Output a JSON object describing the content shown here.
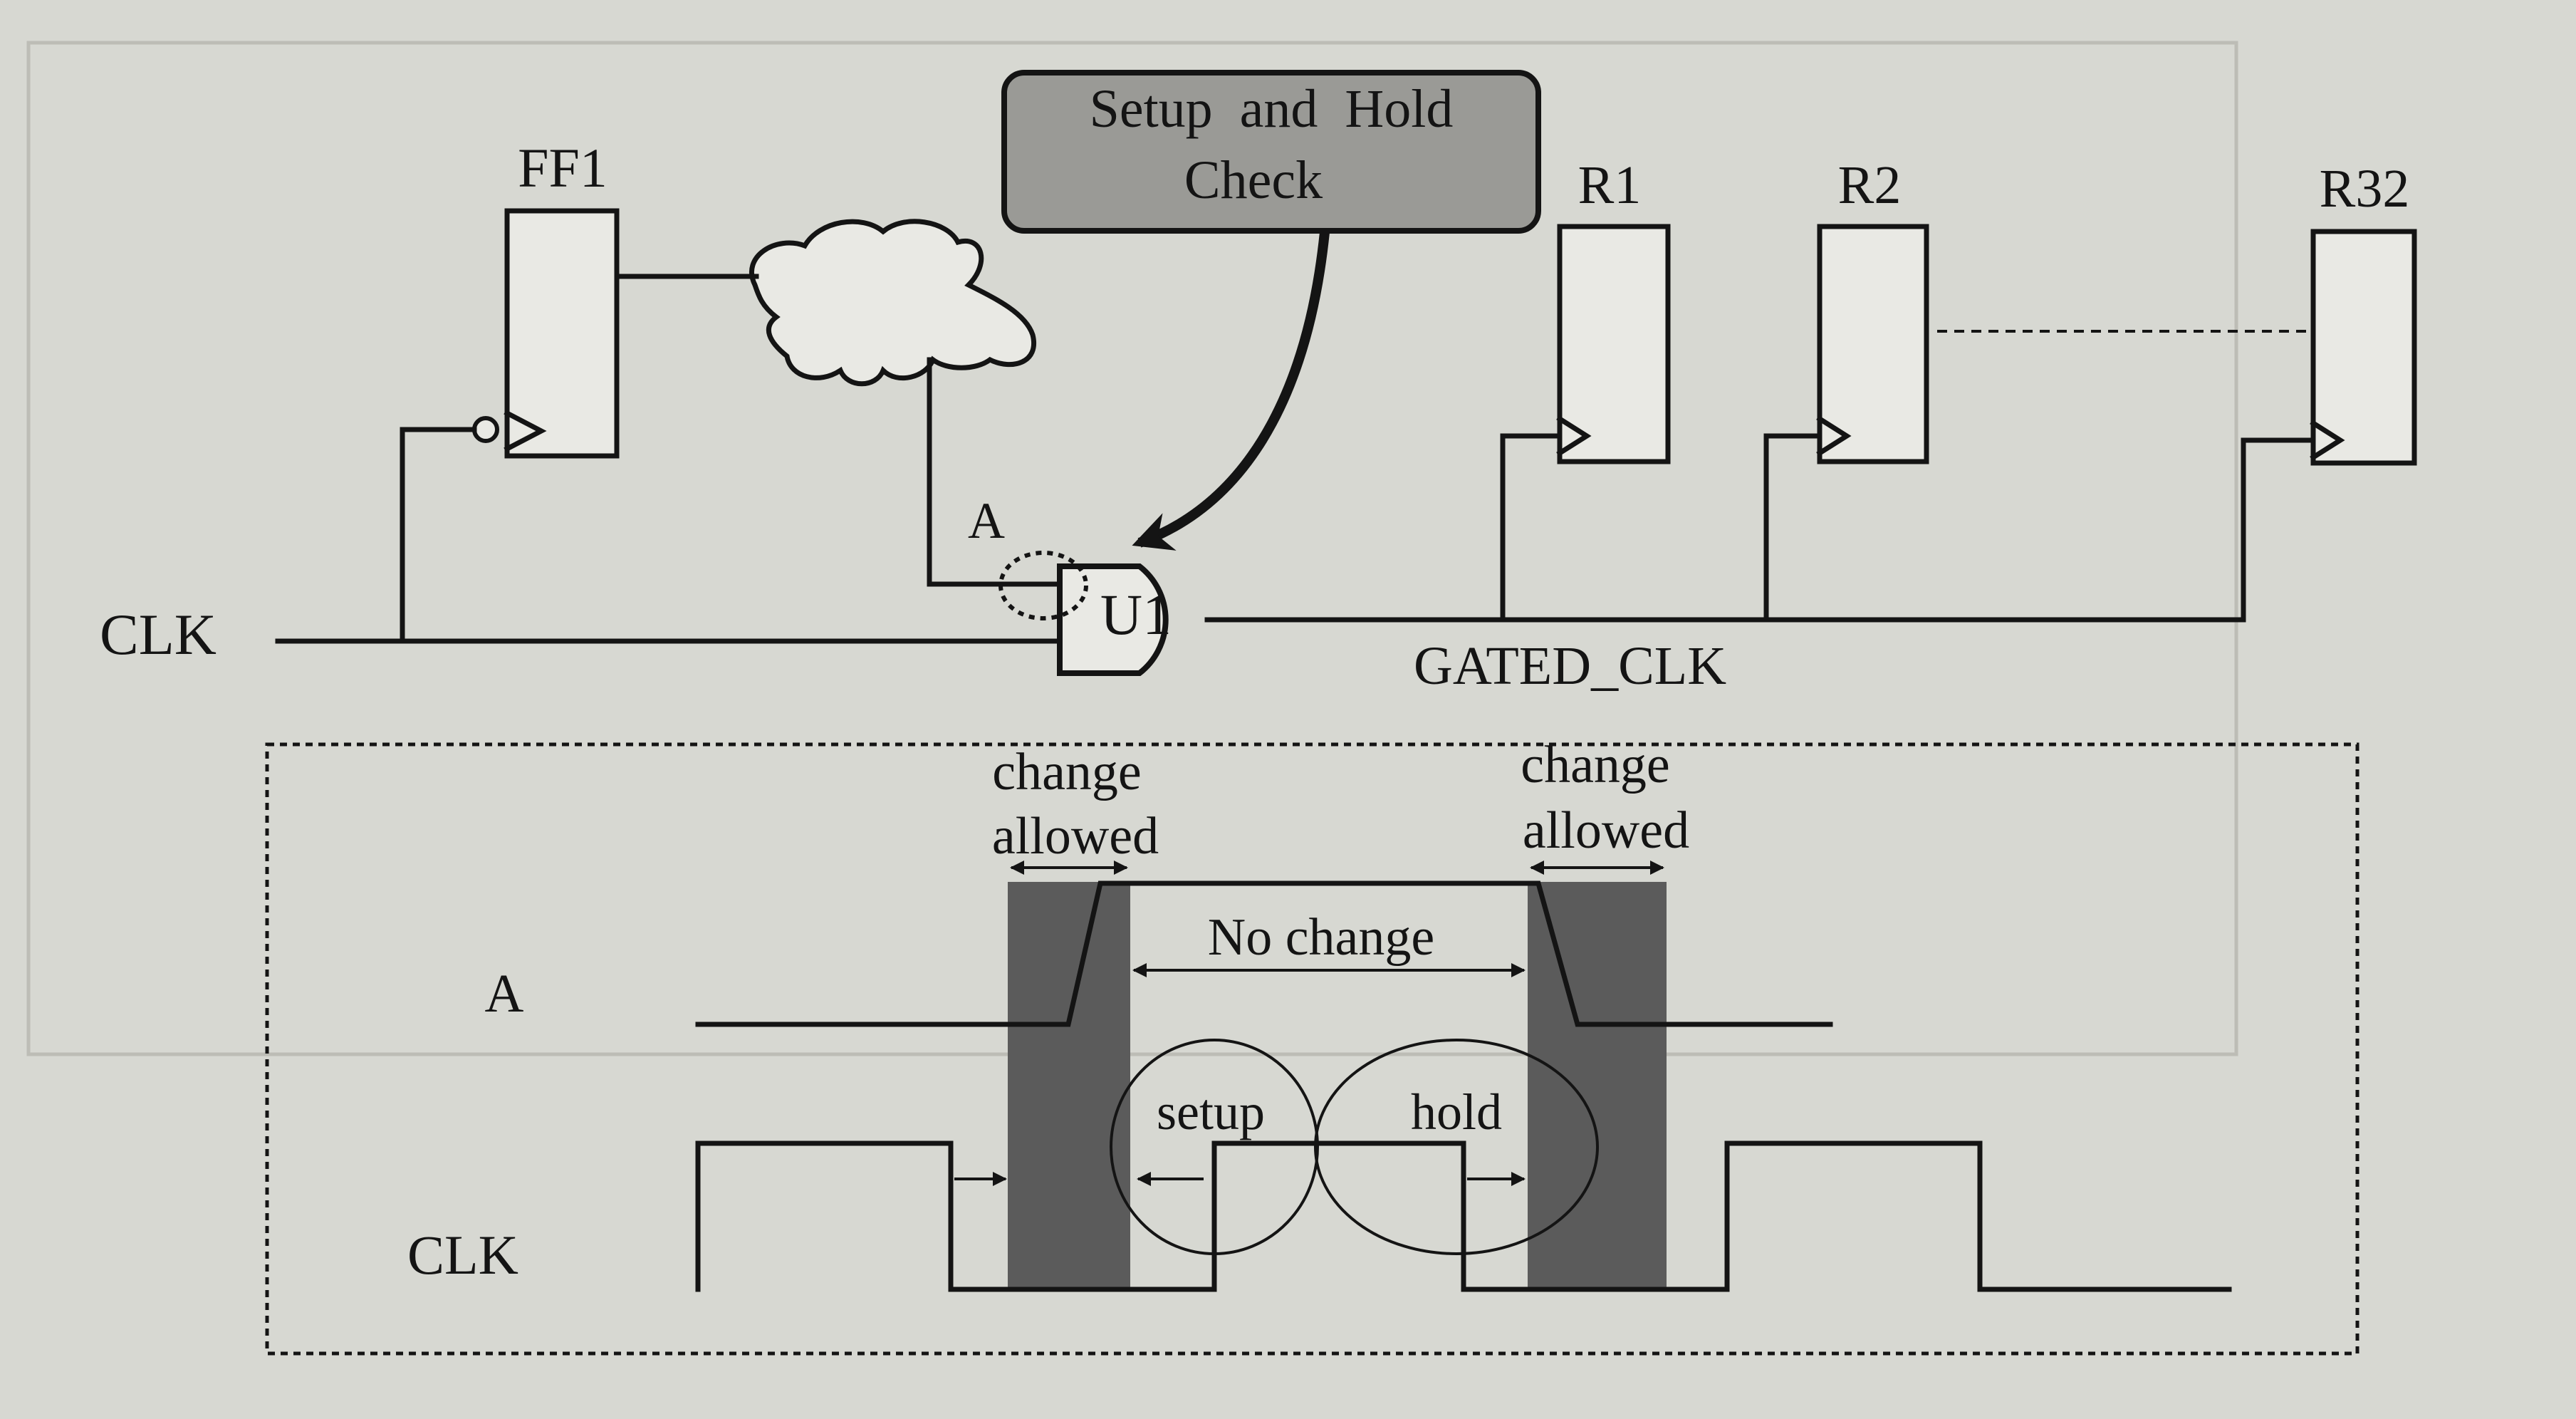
{
  "colors": {
    "paper": "#d7d8d2",
    "ink": "#141414",
    "window_shade": "#5b5b5b",
    "callout_fill": "#9a9a96"
  },
  "circuit": {
    "callout": {
      "line1": "Setup  and  Hold",
      "line2": "Check"
    },
    "flipflop_label": "FF1",
    "register_labels": [
      "R1",
      "R2",
      "R32"
    ],
    "clock_input_label": "CLK",
    "gate_label": "U1",
    "pin_label": "A",
    "gated_clock_label": "GATED_CLK"
  },
  "timing": {
    "change_allowed_left": {
      "line1": "change",
      "line2": "allowed"
    },
    "change_allowed_right": {
      "line1": "change",
      "line2": "allowed"
    },
    "no_change_label": "No change",
    "setup_label": "setup",
    "hold_label": "hold",
    "signal_a_label": "A",
    "signal_clk_label": "CLK"
  }
}
